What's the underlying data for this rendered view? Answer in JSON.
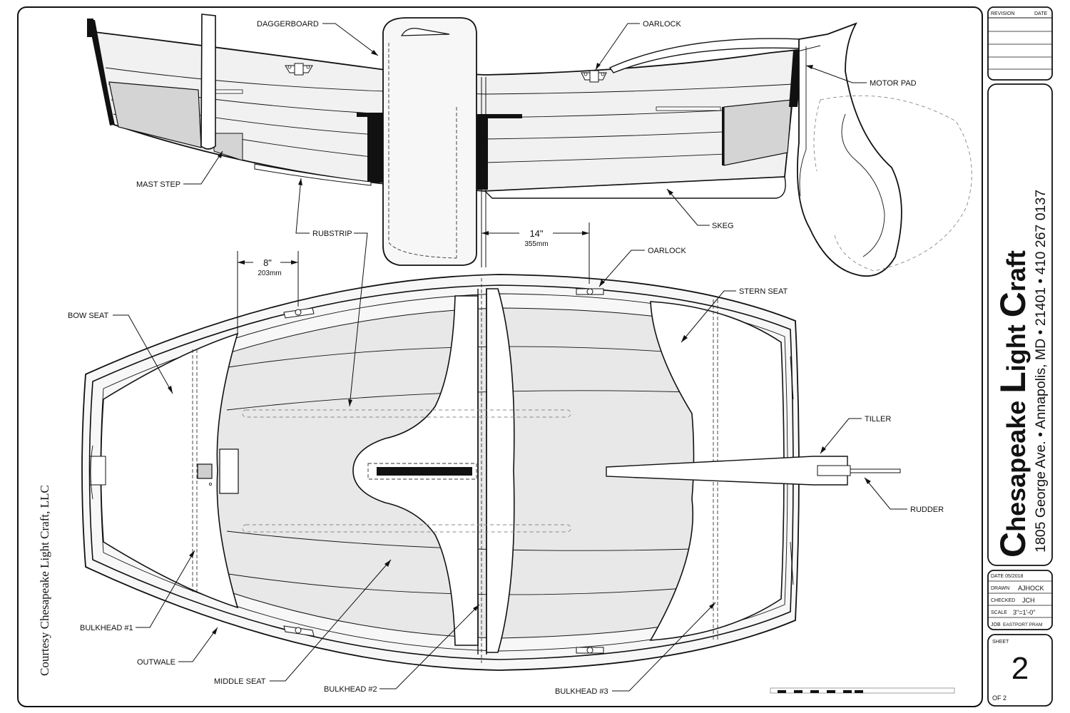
{
  "labels": {
    "daggerboard": "DAGGERBOARD",
    "oarlock_top": "OARLOCK",
    "motor_pad": "MOTOR PAD",
    "mast_step": "MAST STEP",
    "rubstrip": "RUBSTRIP",
    "skeg": "SKEG",
    "oarlock_plan": "OARLOCK",
    "bow_seat": "BOW SEAT",
    "stern_seat": "STERN SEAT",
    "tiller": "TILLER",
    "rudder": "RUDDER",
    "bulkhead1": "BULKHEAD #1",
    "outwale": "OUTWALE",
    "middle_seat": "MIDDLE SEAT",
    "bulkhead2": "BULKHEAD #2",
    "bulkhead3": "BULKHEAD #3"
  },
  "dimensions": {
    "d1_imperial": "8\"",
    "d1_metric": "203mm",
    "d2_imperial": "14\"",
    "d2_metric": "355mm"
  },
  "credit": "Courtesy Chesapeake Light Craft, LLC",
  "title_block": {
    "revision_label": "REVISION",
    "date_label": "DATE",
    "company_c1": "C",
    "company_r1": "hesapeake ",
    "company_c2": "L",
    "company_r2": "ight ",
    "company_c3": "C",
    "company_r3": "raft",
    "address": "1805 George Ave.  •  Annapolis, MD • 21401  •  410 267 0137",
    "date_row": "DATE 05/2018",
    "drawn_label": "DRAWN",
    "drawn_value": "AJHOCK",
    "checked_label": "CHECKED",
    "checked_value": "JCH",
    "scale_label": "SCALE",
    "scale_value": "3\"=1'-0\"",
    "job_label": "JOB",
    "job_value": "EASTPORT PRAM",
    "sheet_label": "SHEET",
    "sheet_number": "2",
    "sheet_of": "OF 2"
  },
  "colors": {
    "ink": "#111111",
    "hull_fill": "#f1f1f1",
    "floor_fill": "#e6e6e6",
    "gray_panel": "#d4d4d4"
  }
}
